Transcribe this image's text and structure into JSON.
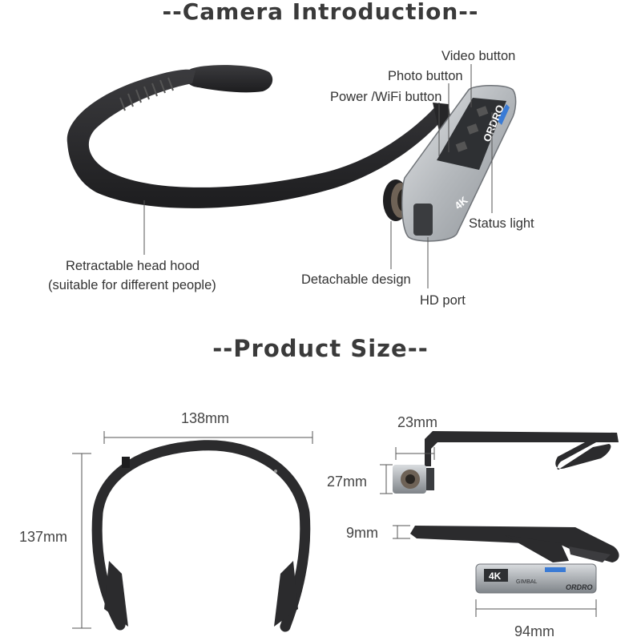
{
  "headings": {
    "intro": "--Camera Introduction--",
    "size": "--Product Size--"
  },
  "callouts": {
    "video_button": "Video button",
    "photo_button": "Photo button",
    "power_wifi_button": "Power /WiFi button",
    "status_light": "Status light",
    "head_hood_line1": "Retractable head hood",
    "head_hood_line2": "(suitable for different people)",
    "detachable_design": "Detachable design",
    "hd_port": "HD port"
  },
  "camera_marks": {
    "resolution_badge": "4K",
    "brand": "ORDRO",
    "gimbal": "GIMBAL"
  },
  "dimensions": {
    "band_width": "138mm",
    "band_height": "137mm",
    "arm_depth": "23mm",
    "camera_height": "27mm",
    "band_thickness": "9mm",
    "camera_length": "94mm"
  },
  "colors": {
    "band": "#2b2b2d",
    "camera_body": "#b9bcc0",
    "accent_blue": "#3a7bd5",
    "dimension_line": "#555555"
  }
}
